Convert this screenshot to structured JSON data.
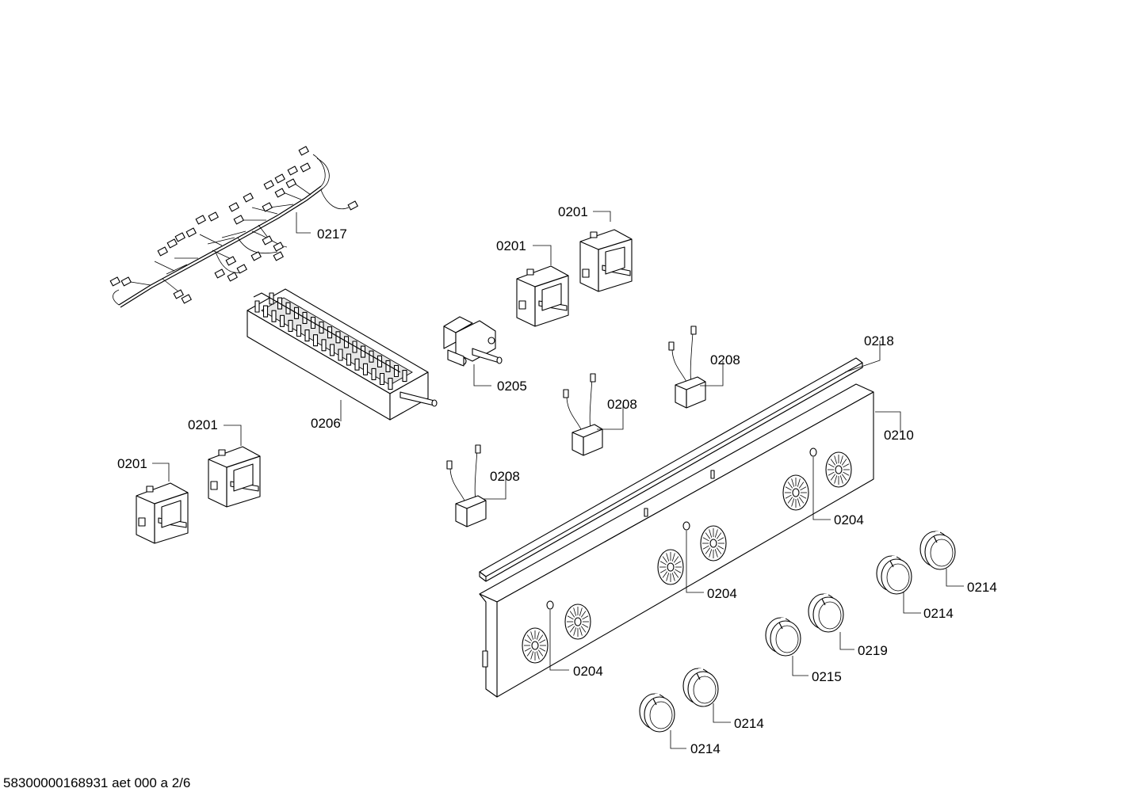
{
  "diagram": {
    "footer_code": "58300000168931 aet 000 a 2/6",
    "callouts": [
      {
        "id": "c1",
        "label": "0217"
      },
      {
        "id": "c2",
        "label": "0201"
      },
      {
        "id": "c3",
        "label": "0201"
      },
      {
        "id": "c4",
        "label": "0205"
      },
      {
        "id": "c5",
        "label": "0206"
      },
      {
        "id": "c6",
        "label": "0201"
      },
      {
        "id": "c7",
        "label": "0201"
      },
      {
        "id": "c8",
        "label": "0218"
      },
      {
        "id": "c9",
        "label": "0208"
      },
      {
        "id": "c10",
        "label": "0208"
      },
      {
        "id": "c11",
        "label": "0210"
      },
      {
        "id": "c12",
        "label": "0208"
      },
      {
        "id": "c13",
        "label": "0204"
      },
      {
        "id": "c14",
        "label": "0204"
      },
      {
        "id": "c15",
        "label": "0214"
      },
      {
        "id": "c16",
        "label": "0214"
      },
      {
        "id": "c17",
        "label": "0219"
      },
      {
        "id": "c18",
        "label": "0215"
      },
      {
        "id": "c19",
        "label": "0204"
      },
      {
        "id": "c20",
        "label": "0214"
      },
      {
        "id": "c21",
        "label": "0214"
      }
    ]
  }
}
